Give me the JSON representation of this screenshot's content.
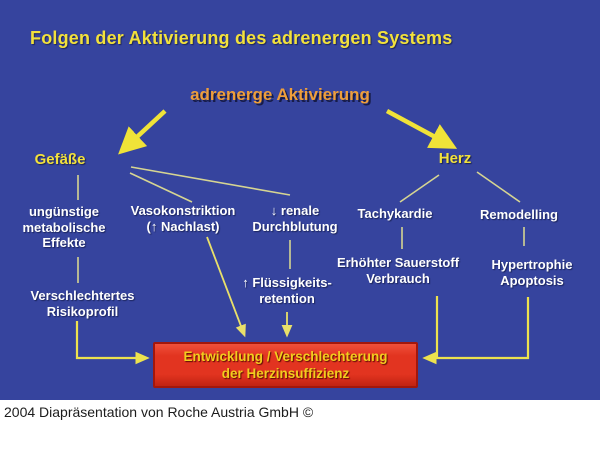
{
  "slide": {
    "title": "Folgen der Aktivierung des adrenergen Systems",
    "subtitle": "adrenerge Aktivierung",
    "nodes": {
      "gefaesse": "Gefäße",
      "herz": "Herz",
      "unguenstige": "ungünstige\nmetabolische\nEffekte",
      "vasokonstriktion": "Vasokonstriktion\n(↑ Nachlast)",
      "renale": "↓ renale\nDurchblutung",
      "tachykardie": "Tachykardie",
      "remodelling": "Remodelling",
      "verschlechtertes": "Verschlechtertes\nRisikoprofil",
      "fluessigkeit": "↑ Flüssigkeits-\nretention",
      "erhoehter": "Erhöhter Sauerstoff\nVerbrauch",
      "hypertrophie": "Hypertrophie\nApoptosis"
    },
    "result_box": "Entwicklung / Verschlechterung\nder Herzinsuffizienz"
  },
  "footer": {
    "credit": "2004 Diapräsentation von Roche Austria GmbH ©"
  },
  "colors": {
    "background_blue": "#36449e",
    "title_yellow": "#f2e13c",
    "subtitle_orange": "#ee9e3a",
    "text_white": "#ffffff",
    "line_pale": "#d6d592",
    "arrow_yellow": "#f0e338",
    "arrow_thin": "#e9e06a",
    "arrow_elbow": "#ede24e",
    "box_red": "#e23420",
    "box_border_red": "#a2170c",
    "box_text_yellow": "#f2cd1e",
    "footer_bg": "#ffffff",
    "footer_text": "#1c1c1c"
  }
}
